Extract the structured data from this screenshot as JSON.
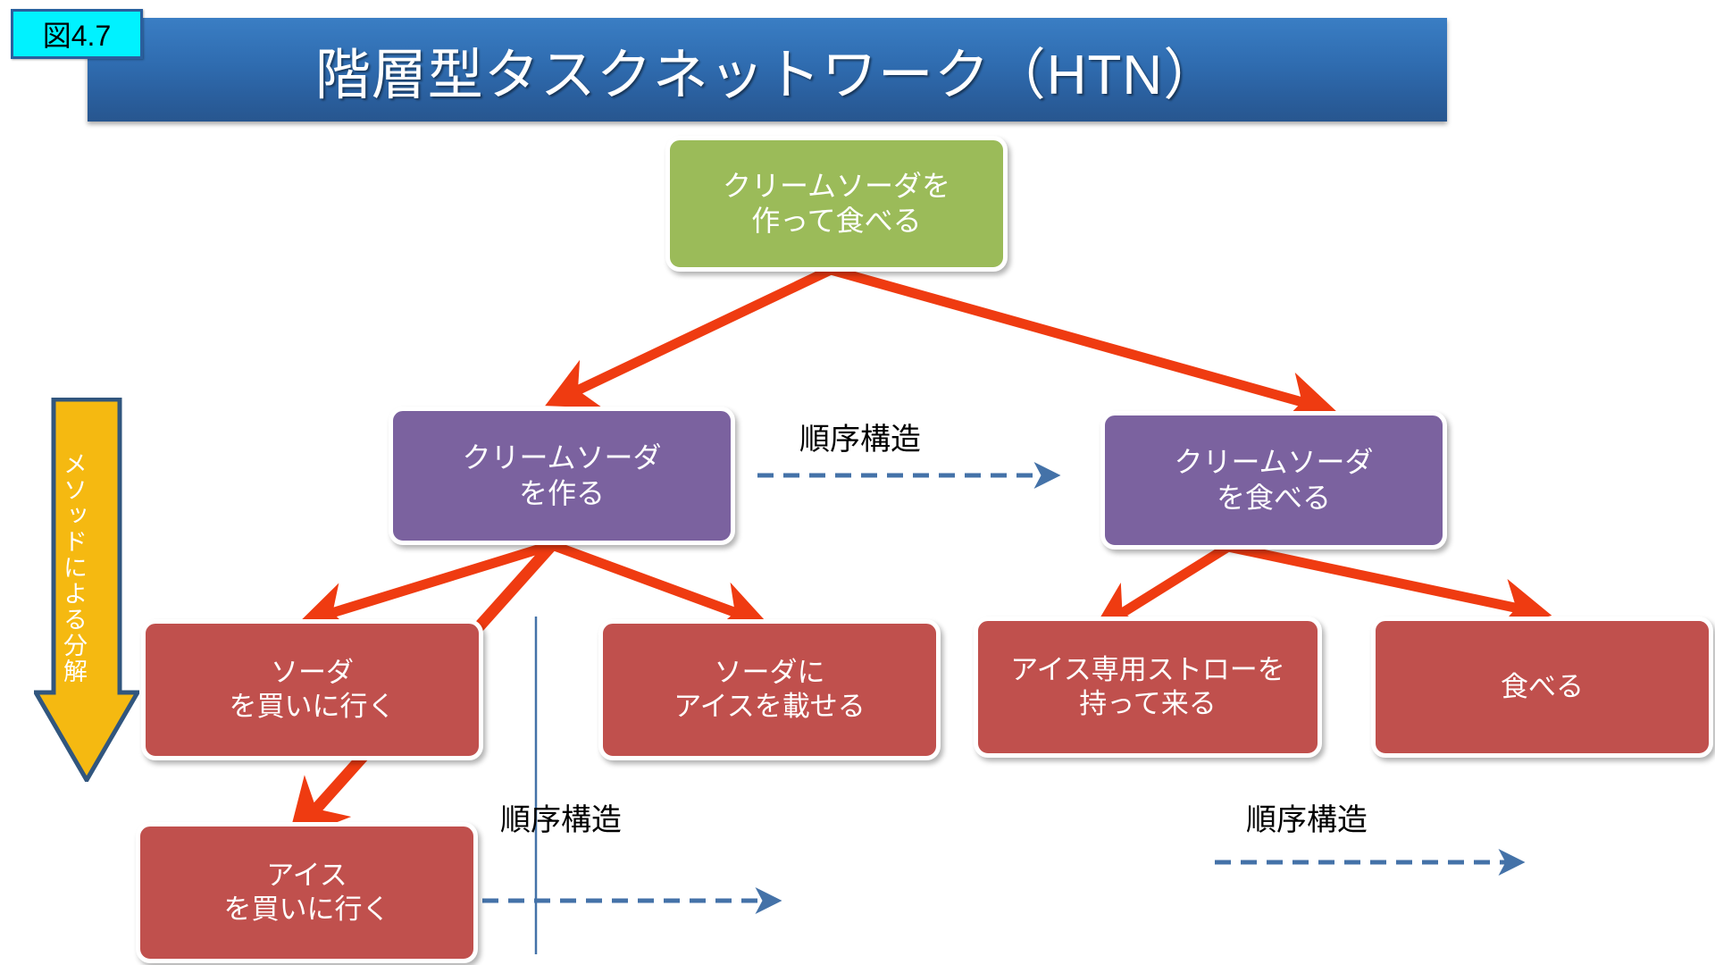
{
  "header": {
    "figure_badge": "図4.7",
    "title": "階層型タスクネットワーク（HTN）",
    "band_color": "#2f6cb0",
    "badge_fill": "#00f2ff",
    "badge_border": "#2a5f9e"
  },
  "palette": {
    "goal_node": "#9bbb59",
    "method_node": "#7b629f",
    "primitive_node": "#c0504d",
    "decomposition_arrow": "#ef3b11",
    "sequence_arrow": "#4472a8",
    "method_arrow_fill": "#f5b911",
    "method_arrow_border": "#31567e",
    "divider_line": "#4472a8"
  },
  "nodes": {
    "root": {
      "label": "クリームソーダを\n作って食べる",
      "type": "goal"
    },
    "compound": [
      {
        "label": "クリームソーダ\nを作る",
        "type": "method"
      },
      {
        "label": "クリームソーダ\nを食べる",
        "type": "method"
      }
    ],
    "primitives": [
      {
        "label": "ソーダ\nを買いに行く",
        "type": "primitive"
      },
      {
        "label": "ソーダに\nアイスを載せる",
        "type": "primitive"
      },
      {
        "label": "アイス\nを買いに行く",
        "type": "primitive"
      },
      {
        "label": "アイス専用ストローを\n持って来る",
        "type": "primitive"
      },
      {
        "label": "食べる",
        "type": "primitive"
      }
    ]
  },
  "annotations": {
    "sequence_top": "順序構造",
    "sequence_left_bottom": "順序構造",
    "sequence_right_bottom": "順序構造",
    "method_arrow": "メソッドによる分解"
  }
}
